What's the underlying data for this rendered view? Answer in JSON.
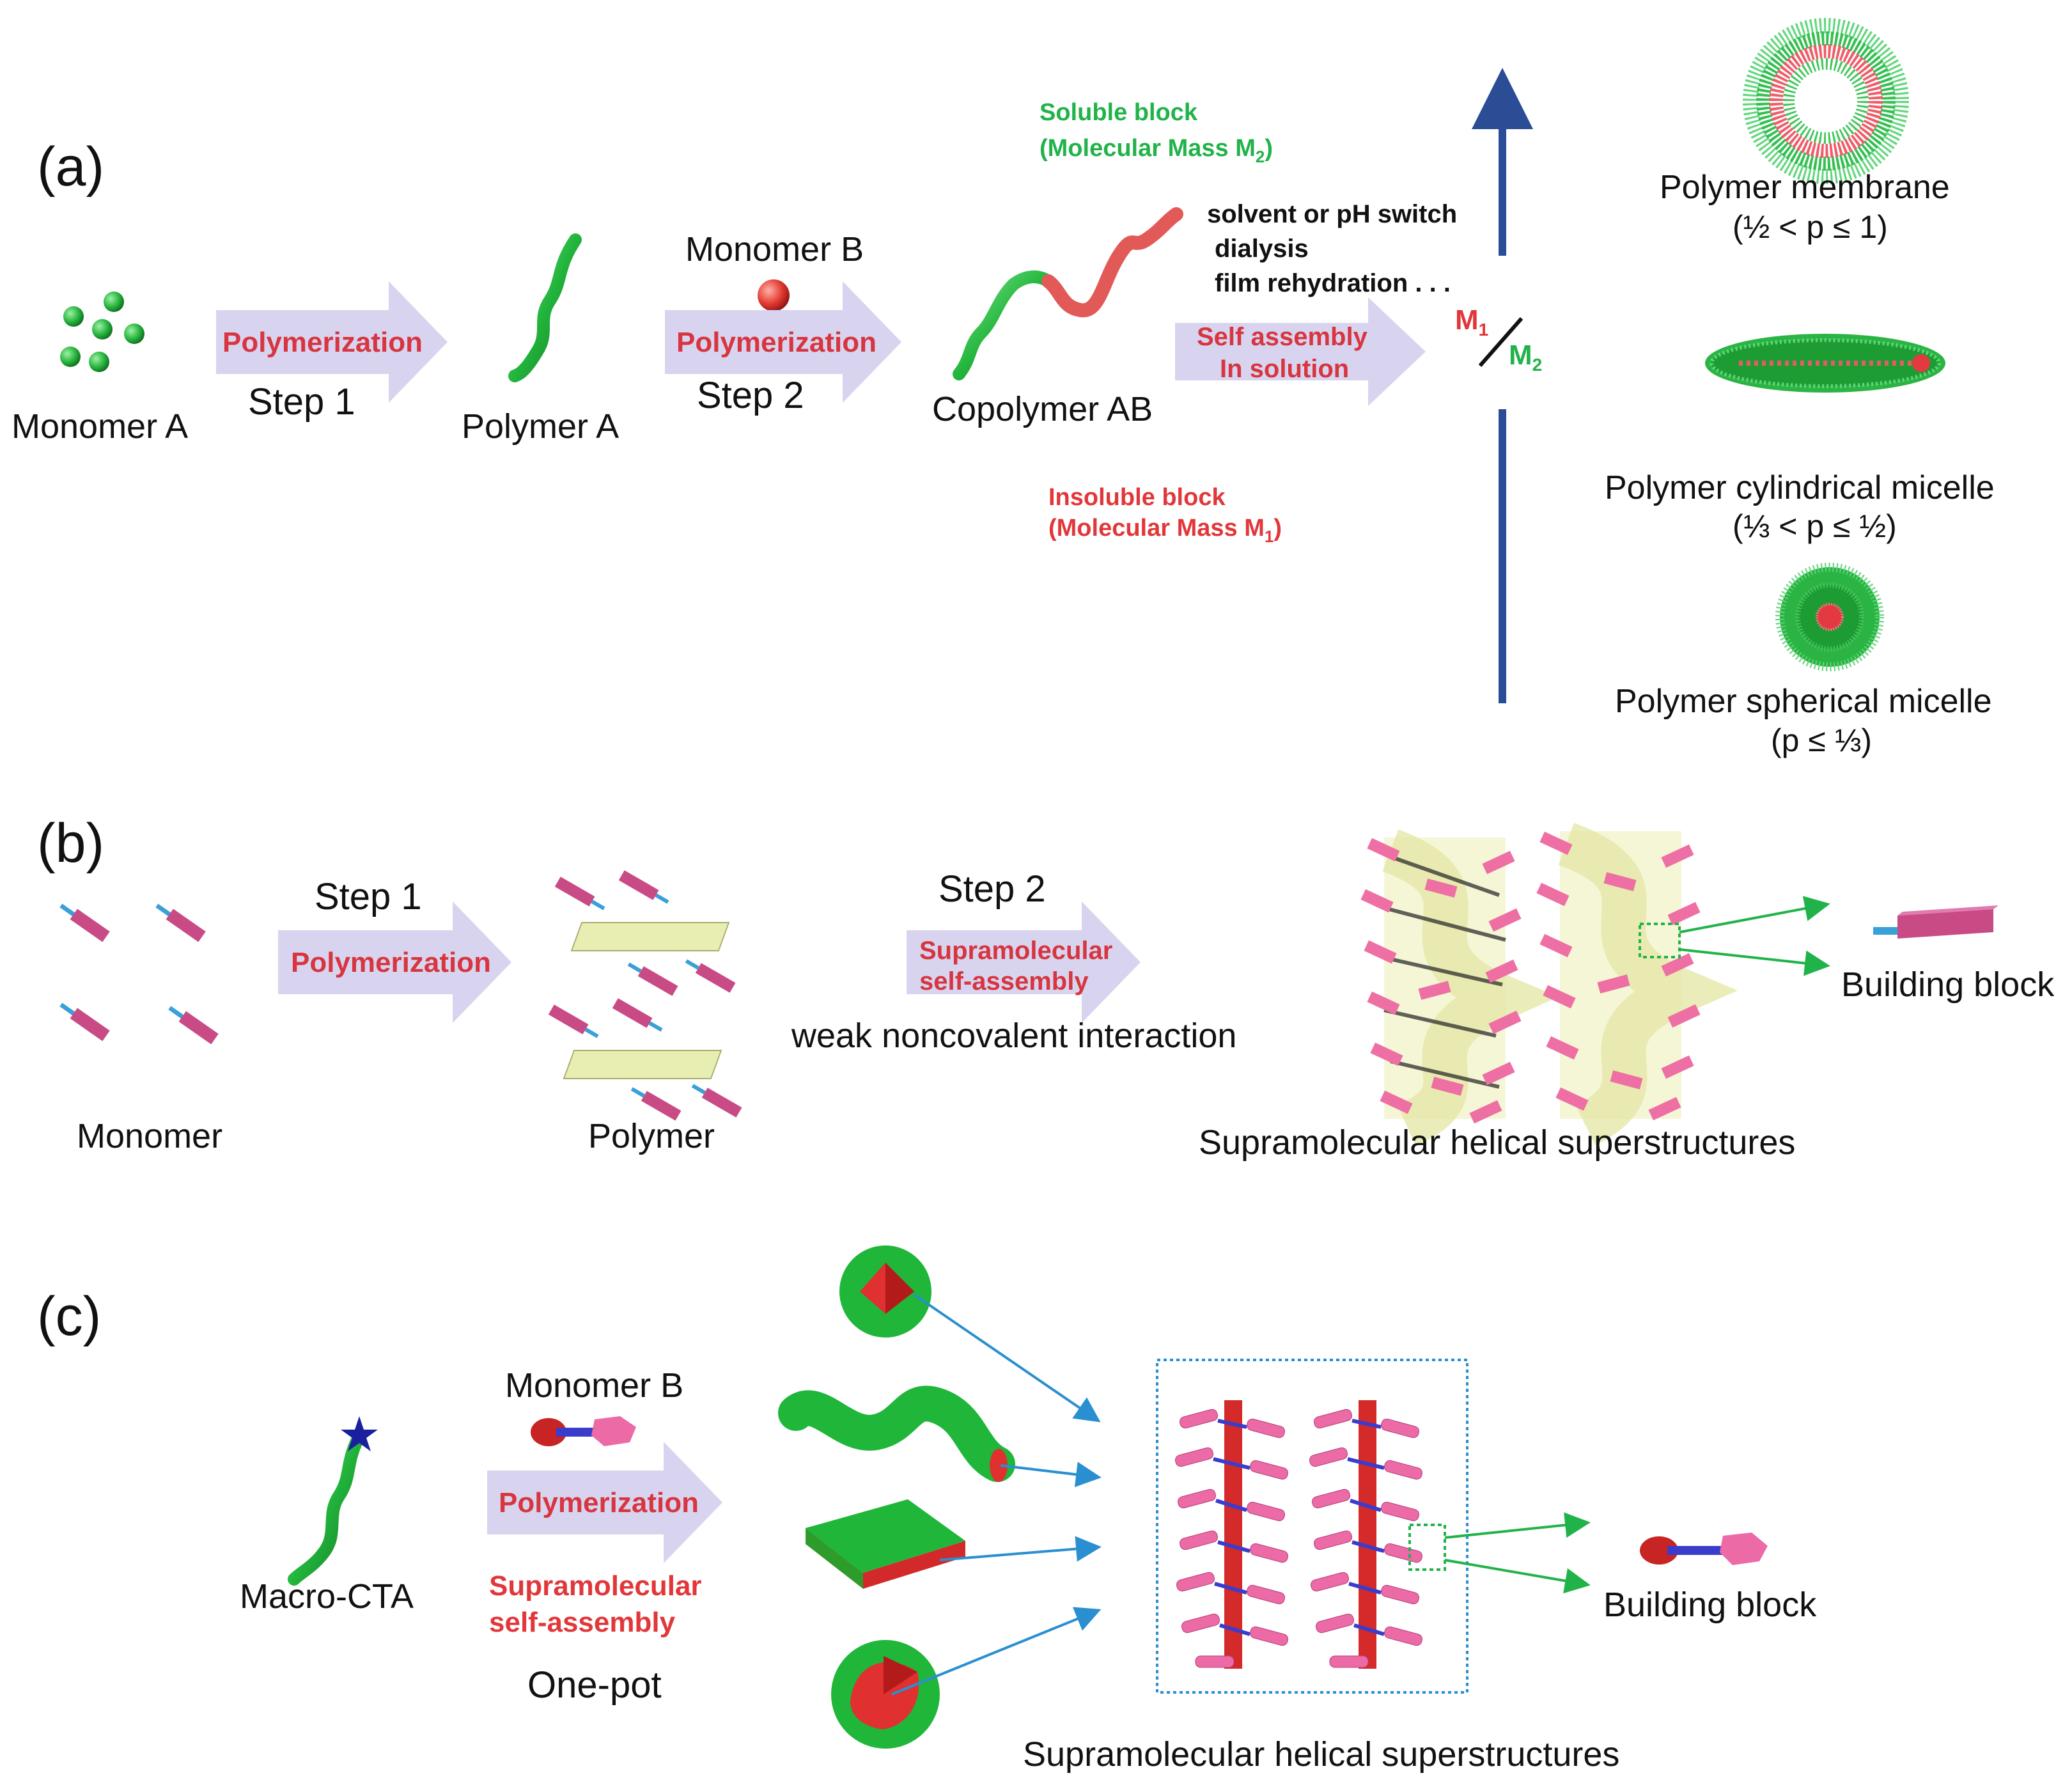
{
  "panel_a": {
    "label": "(a)",
    "monomer_a": "Monomer A",
    "arrow1": "Polymerization",
    "step1": "Step 1",
    "polymer_a": "Polymer A",
    "monomer_b": "Monomer B",
    "arrow2": "Polymerization",
    "step2": "Step 2",
    "copolymer": "Copolymer AB",
    "soluble_block": "Soluble block",
    "soluble_mass_prefix": "(Molecular Mass M",
    "soluble_mass_sub": "2",
    "soluble_mass_suffix": ")",
    "switch_line1": "solvent or pH switch",
    "switch_line2": "dialysis",
    "switch_line3": "film rehydration . . .",
    "self_assembly_1": "Self assembly",
    "self_assembly_2": "In solution",
    "insoluble_block": "Insoluble block",
    "insoluble_mass_prefix": "(Molecular Mass M",
    "insoluble_mass_sub": "1",
    "insoluble_mass_suffix": ")",
    "ratio_m": "M",
    "ratio_sub1": "1",
    "ratio_sub2": "2",
    "membrane": "Polymer membrane",
    "membrane_range": "(½ < p ≤ 1)",
    "cylindrical": "Polymer cylindrical micelle",
    "cylindrical_range": "(⅓ < p ≤ ½)",
    "spherical": "Polymer spherical micelle",
    "spherical_range": "(p ≤ ⅓)"
  },
  "panel_b": {
    "label": "(b)",
    "step1": "Step 1",
    "arrow1": "Polymerization",
    "monomer": "Monomer",
    "polymer": "Polymer",
    "step2": "Step 2",
    "arrow2_line1": "Supramolecular",
    "arrow2_line2": "self-assembly",
    "weak": "weak noncovalent interaction",
    "helical": "Supramolecular helical superstructures",
    "building_block": "Building block"
  },
  "panel_c": {
    "label": "(c)",
    "macro_cta": "Macro-CTA",
    "monomer_b": "Monomer B",
    "arrow": "Polymerization",
    "supra_1": "Supramolecular",
    "supra_2": "self-assembly",
    "one_pot": "One-pot",
    "helical": "Supramolecular helical superstructures",
    "building_block": "Building block"
  },
  "colors": {
    "green": "#21b34a",
    "red": "#e2373a",
    "arrow_fill": "#d8d4ef",
    "pink": "#e8609a",
    "blue_axis": "#2a4d96",
    "dotted_box": "#2a8fd0"
  }
}
